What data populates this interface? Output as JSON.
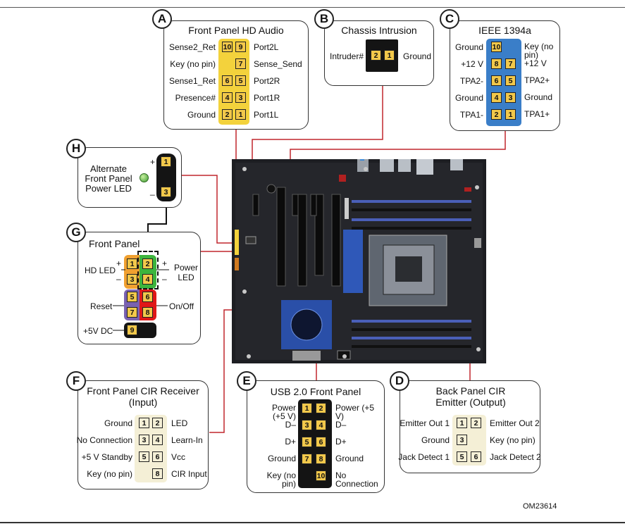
{
  "figure_code": "OM23614",
  "colors": {
    "yellow": "#f3d23c",
    "black": "#141414",
    "cream": "#f4efd6",
    "blue": "#3a7ec8",
    "orange": "#f0a030",
    "green": "#3db53d",
    "purple": "#7a62b0",
    "red": "#e01818",
    "wire": "#c0272d"
  },
  "A": {
    "letter": "A",
    "title": "Front Panel HD Audio",
    "rows": [
      {
        "left": "Sense2_Ret",
        "p1": "10",
        "p2": "9",
        "right": "Port2L"
      },
      {
        "left": "Key (no pin)",
        "p1": "",
        "p2": "7",
        "right": "Sense_Send"
      },
      {
        "left": "Sense1_Ret",
        "p1": "6",
        "p2": "5",
        "right": "Port2R"
      },
      {
        "left": "Presence#",
        "p1": "4",
        "p2": "3",
        "right": "Port1R"
      },
      {
        "left": "Ground",
        "p1": "2",
        "p2": "1",
        "right": "Port1L"
      }
    ]
  },
  "B": {
    "letter": "B",
    "title": "Chassis Intrusion",
    "left": "Intruder#",
    "p1": "2",
    "p2": "1",
    "right": "Ground"
  },
  "C": {
    "letter": "C",
    "title": "IEEE 1394a",
    "rows": [
      {
        "left": "Ground",
        "p1": "10",
        "p2": "",
        "right": "Key (no pin)"
      },
      {
        "left": "+12 V",
        "p1": "8",
        "p2": "7",
        "right": "+12 V"
      },
      {
        "left": "TPA2-",
        "p1": "6",
        "p2": "5",
        "right": "TPA2+"
      },
      {
        "left": "Ground",
        "p1": "4",
        "p2": "3",
        "right": "Ground"
      },
      {
        "left": "TPA1-",
        "p1": "2",
        "p2": "1",
        "right": "TPA1+"
      }
    ]
  },
  "H": {
    "letter": "H",
    "title": "Alternate Front Panel Power LED",
    "plus": "+",
    "minus": "_",
    "p1": "1",
    "p3": "3"
  },
  "G": {
    "letter": "G",
    "title": "Front Panel",
    "hd_led": "HD LED",
    "power_led": "Power LED",
    "reset": "Reset",
    "onoff": "On/Off",
    "plus5": "+5V DC",
    "plus": "+",
    "minus": "–",
    "pins": [
      "1",
      "2",
      "3",
      "4",
      "5",
      "6",
      "7",
      "8",
      "9"
    ]
  },
  "F": {
    "letter": "F",
    "title": "Front Panel CIR Receiver (Input)",
    "rows": [
      {
        "left": "Ground",
        "p1": "1",
        "p2": "2",
        "right": "LED"
      },
      {
        "left": "No Connection",
        "p1": "3",
        "p2": "4",
        "right": "Learn-In"
      },
      {
        "left": "+5 V Standby",
        "p1": "5",
        "p2": "6",
        "right": "Vcc"
      },
      {
        "left": "Key (no pin)",
        "p1": "",
        "p2": "8",
        "right": "CIR Input"
      }
    ]
  },
  "E": {
    "letter": "E",
    "title": "USB 2.0 Front Panel",
    "rows": [
      {
        "left": "Power (+5 V)",
        "p1": "1",
        "p2": "2",
        "right": "Power (+5 V)"
      },
      {
        "left": "D–",
        "p1": "3",
        "p2": "4",
        "right": "D–"
      },
      {
        "left": "D+",
        "p1": "5",
        "p2": "6",
        "right": "D+"
      },
      {
        "left": "Ground",
        "p1": "7",
        "p2": "8",
        "right": "Ground"
      },
      {
        "left": "Key (no pin)",
        "p1": "",
        "p2": "10",
        "right": "No Connection"
      }
    ]
  },
  "D": {
    "letter": "D",
    "title": "Back Panel CIR Emitter (Output)",
    "rows": [
      {
        "left": "Emitter Out 1",
        "p1": "1",
        "p2": "2",
        "right": "Emitter Out 2"
      },
      {
        "left": "Ground",
        "p1": "3",
        "p2": "",
        "right": "Key (no pin)"
      },
      {
        "left": "Jack Detect 1",
        "p1": "5",
        "p2": "6",
        "right": "Jack Detect 2"
      }
    ]
  }
}
